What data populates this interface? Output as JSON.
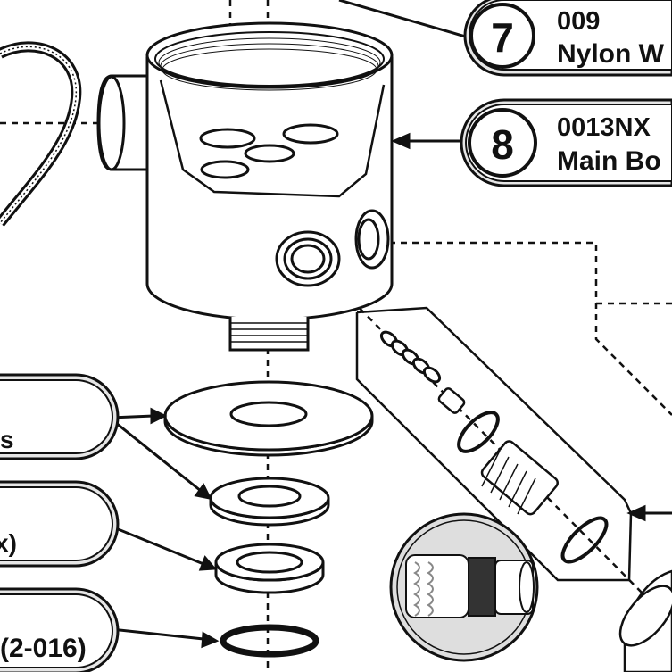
{
  "callouts": [
    {
      "number": "7",
      "code": "009",
      "name": "Nylon W"
    },
    {
      "number": "8",
      "code": "0013NX",
      "name": "Main Bo"
    }
  ],
  "left_labels": [
    {
      "text": "s"
    },
    {
      "text": "x)"
    },
    {
      "text": "(2-016)"
    }
  ],
  "colors": {
    "ink": "#111111",
    "callout_fill": "#e6e6e6",
    "inset_fill": "#dedede"
  }
}
